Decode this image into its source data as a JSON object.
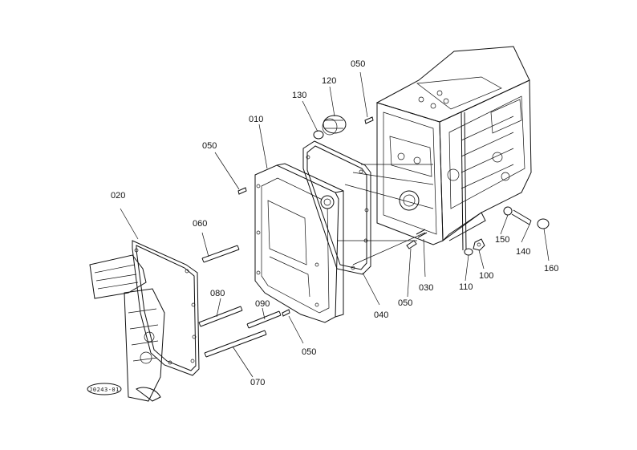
{
  "diagram": {
    "reference_code": "J0243-01",
    "parts": [
      {
        "id": "p010",
        "label": "010"
      },
      {
        "id": "p020",
        "label": "020"
      },
      {
        "id": "p030",
        "label": "030"
      },
      {
        "id": "p040",
        "label": "040"
      },
      {
        "id": "p050a",
        "label": "050"
      },
      {
        "id": "p050b",
        "label": "050"
      },
      {
        "id": "p050c",
        "label": "050"
      },
      {
        "id": "p050d",
        "label": "050"
      },
      {
        "id": "p060",
        "label": "060"
      },
      {
        "id": "p070",
        "label": "070"
      },
      {
        "id": "p080",
        "label": "080"
      },
      {
        "id": "p090",
        "label": "090"
      },
      {
        "id": "p100",
        "label": "100"
      },
      {
        "id": "p110",
        "label": "110"
      },
      {
        "id": "p120",
        "label": "120"
      },
      {
        "id": "p130",
        "label": "130"
      },
      {
        "id": "p140",
        "label": "140"
      },
      {
        "id": "p150",
        "label": "150"
      },
      {
        "id": "p160",
        "label": "160"
      }
    ]
  }
}
